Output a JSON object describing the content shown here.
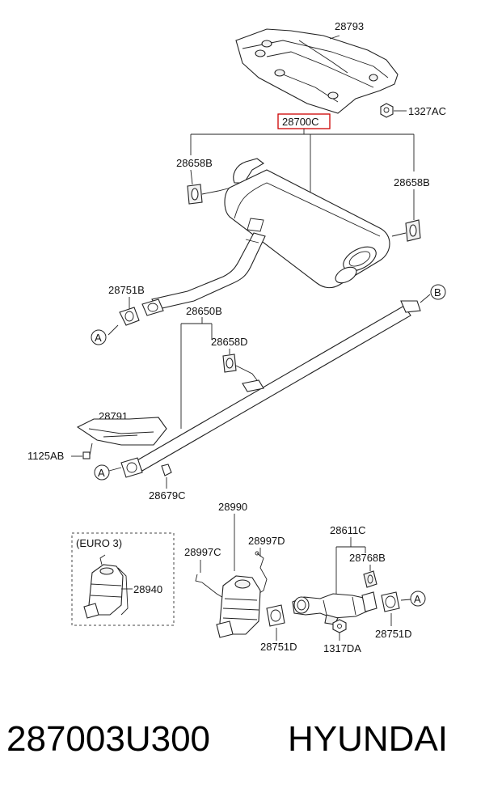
{
  "diagram": {
    "labels": {
      "p28793": "28793",
      "p1327AC": "1327AC",
      "p28700C": "28700C",
      "p28658B_left": "28658B",
      "p28658B_right": "28658B",
      "p28751B": "28751B",
      "p28650B": "28650B",
      "p28658D": "28658D",
      "p28791": "28791",
      "p1125AB": "1125AB",
      "p28679C": "28679C",
      "p28990": "28990",
      "p28997C": "28997C",
      "p28997D": "28997D",
      "p28611C": "28611C",
      "p28768B": "28768B",
      "p28940": "28940",
      "euro3": "(EURO 3)",
      "p28751D_left": "28751D",
      "p1317DA": "1317DA",
      "p28751D_right": "28751D",
      "marker_a1": "A",
      "marker_a2": "A",
      "marker_a3": "A",
      "marker_b": "B"
    },
    "highlight_color": "#cc0000"
  },
  "footer": {
    "part_number": "287003U300",
    "brand": "HYUNDAI"
  }
}
